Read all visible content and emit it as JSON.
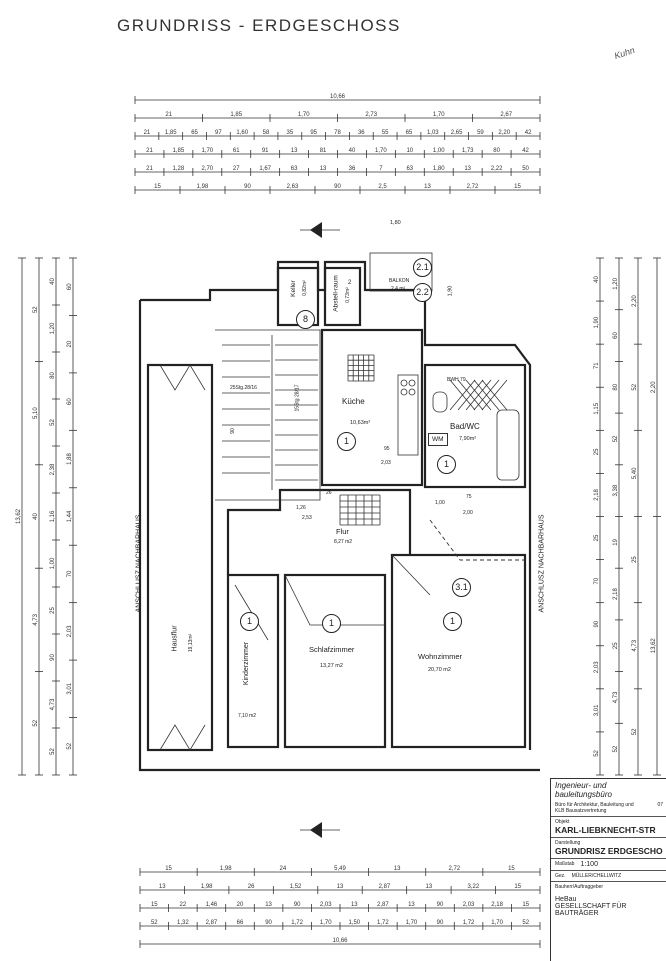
{
  "title": "GRUNDRISS - ERDGESCHOSS",
  "signature": "Kuhn",
  "side_labels": {
    "left": "ANSCHLUSZ NACHBARHAUS",
    "right": "ANSCHLUSZ NACHBARHAUS"
  },
  "rooms": {
    "kueche": {
      "name": "Küche",
      "area": "10,63m²",
      "unit": "1"
    },
    "bad": {
      "name": "Bad/WC",
      "area": "7,90m²",
      "unit": "1",
      "wm": "WM",
      "bwh": "BWH 79"
    },
    "keller": {
      "name": "Keller",
      "area": "0,82m²",
      "unit": "8"
    },
    "abstell": {
      "name": "Abstell-raum",
      "area": "0,73m²",
      "unit": "2"
    },
    "balkon": {
      "name": "BALKON",
      "area": "2,4 m²",
      "unit_a": "2.1",
      "unit_b": "2.2"
    },
    "flur": {
      "name": "Flur",
      "area": "8,27 m2",
      "unit": "3.1"
    },
    "hausflur": {
      "name": "Hausflur",
      "area": "19,13m²"
    },
    "kinder": {
      "name": "Kinderzimmer",
      "area": "7,10 m2",
      "unit": "1"
    },
    "schlaf": {
      "name": "Schlafzimmer",
      "area": "13,27 m2",
      "unit": "1"
    },
    "wohn": {
      "name": "Wohnzimmer",
      "area": "20,70 m2",
      "unit": "1"
    },
    "treppe": {
      "stairs": "25Stg.28/16",
      "lauf": "15Stg 28/17"
    }
  },
  "inner_dims": {
    "balkon_w": "1,80",
    "balkon_h": "1,90",
    "k95": "95",
    "k203": "2,03",
    "f100": "1,00",
    "f75": "75",
    "f200": "2,00",
    "s126": "1,26",
    "s253": "2,53",
    "s26": "26",
    "s90": "90"
  },
  "dims_top": [
    [
      "10,66"
    ],
    [
      "21",
      "1,85",
      "1,70",
      "2,73",
      "1,70",
      "2,67"
    ],
    [
      "21",
      "1,85",
      "65",
      "97",
      "1,60",
      "58",
      "35",
      "95",
      "78",
      "36",
      "55",
      "65",
      "1,03",
      "2,65",
      "59",
      "2,20",
      "42"
    ],
    [
      "21",
      "1,85",
      "1,70",
      "61",
      "91",
      "13",
      "81",
      "40",
      "1,70",
      "10",
      "1,00",
      "1,73",
      "80",
      "42"
    ],
    [
      "21",
      "1,28",
      "2,70",
      "27",
      "1,67",
      "63",
      "13",
      "36",
      "7",
      "63",
      "1,80",
      "13",
      "2,22",
      "50"
    ],
    [
      "15",
      "1,98",
      "90",
      "2,63",
      "90",
      "2,5",
      "13",
      "2,72",
      "15"
    ]
  ],
  "dims_bottom": [
    [
      "15",
      "1,98",
      "24",
      "5,49",
      "13",
      "2,72",
      "15"
    ],
    [
      "13",
      "1,98",
      "26",
      "1,52",
      "13",
      "2,87",
      "13",
      "3,22",
      "15"
    ],
    [
      "15",
      "22",
      "1,46",
      "20",
      "13",
      "90",
      "2,03",
      "13",
      "2,87",
      "13",
      "90",
      "2,03",
      "2,18",
      "15"
    ],
    [
      "52",
      "1,32",
      "2,87",
      "66",
      "90",
      "1,72",
      "1,70",
      "1,50",
      "1,72",
      "1,70",
      "90",
      "1,72",
      "1,70",
      "52"
    ],
    [
      "10,66"
    ]
  ],
  "dims_left": [
    [
      "13,62"
    ],
    [
      "52",
      "5,10",
      "40",
      "4,73",
      "52"
    ],
    [
      "40",
      "1,20",
      "80",
      "52",
      "2,38",
      "1,16",
      "1,00",
      "25",
      "90",
      "4,73",
      "52"
    ],
    [
      "60",
      "20",
      "60",
      "1,88",
      "1,44",
      "70",
      "2,03",
      "3,01",
      "52"
    ]
  ],
  "dims_right": [
    [
      "40",
      "1,90",
      "71",
      "1,15",
      "25",
      "2,18",
      "25",
      "70",
      "90",
      "2,03",
      "3,01",
      "52"
    ],
    [
      "1,20",
      "60",
      "80",
      "52",
      "3,38",
      "19",
      "2,18",
      "25",
      "4,73",
      "52"
    ],
    [
      "2,20",
      "52",
      "5,40",
      "25",
      "4,73",
      "52"
    ],
    [
      "2,20",
      "13,62"
    ]
  ],
  "title_block": {
    "office": "Ingenieur- und bauleitungsbüro",
    "office_sub": "Büro für Architektur, Bauleitung und KLB Bausatzvertretung",
    "phone": "07",
    "object_label": "Objekt",
    "object": "KARL-LIEBKNECHT-STR",
    "drawing_label": "Darstellung",
    "drawing": "GRUNDRISZ ERDGESCHO",
    "scale_label": "Maßstab",
    "scale": "1:100",
    "drawn_label": "Gez.",
    "drawn": "MÜLLER/CHELLWITZ",
    "client_label": "Bauherr/Auftraggeber",
    "client1": "HeBau",
    "client2": "GESELLSCHAFT FÜR",
    "client3": "BAUTRÄGER"
  }
}
